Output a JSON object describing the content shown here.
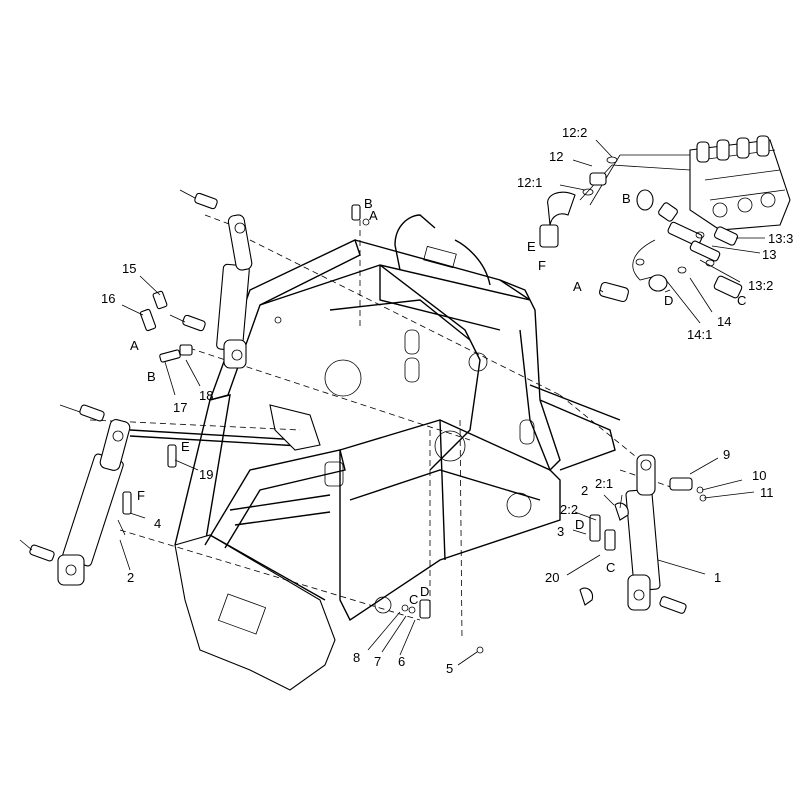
{
  "diagram": {
    "callouts": [
      {
        "id": "c-12-2",
        "text": "12:2"
      },
      {
        "id": "c-12",
        "text": "12"
      },
      {
        "id": "c-12-1",
        "text": "12:1"
      },
      {
        "id": "c-b-top",
        "text": "B"
      },
      {
        "id": "c-e-top",
        "text": "E"
      },
      {
        "id": "c-f-top",
        "text": "F"
      },
      {
        "id": "c-13-3",
        "text": "13:3"
      },
      {
        "id": "c-13",
        "text": "13"
      },
      {
        "id": "c-13-2",
        "text": "13:2"
      },
      {
        "id": "c-a-valve",
        "text": "A"
      },
      {
        "id": "c-d-valve",
        "text": "D"
      },
      {
        "id": "c-c-valve",
        "text": "C"
      },
      {
        "id": "c-14",
        "text": "14"
      },
      {
        "id": "c-14-1",
        "text": "14:1"
      },
      {
        "id": "c-b-frame",
        "text": "B"
      },
      {
        "id": "c-a-frame",
        "text": "A"
      },
      {
        "id": "c-15",
        "text": "15"
      },
      {
        "id": "c-16",
        "text": "16"
      },
      {
        "id": "c-a-left",
        "text": "A"
      },
      {
        "id": "c-b-left",
        "text": "B"
      },
      {
        "id": "c-17",
        "text": "17"
      },
      {
        "id": "c-18",
        "text": "18"
      },
      {
        "id": "c-e-left",
        "text": "E"
      },
      {
        "id": "c-19",
        "text": "19"
      },
      {
        "id": "c-f-left",
        "text": "F"
      },
      {
        "id": "c-4",
        "text": "4"
      },
      {
        "id": "c-2-left",
        "text": "2"
      },
      {
        "id": "c-9",
        "text": "9"
      },
      {
        "id": "c-10",
        "text": "10"
      },
      {
        "id": "c-11",
        "text": "11"
      },
      {
        "id": "c-2-right",
        "text": "2"
      },
      {
        "id": "c-2-1",
        "text": "2:1"
      },
      {
        "id": "c-2-2",
        "text": "2:2"
      },
      {
        "id": "c-d-right",
        "text": "D"
      },
      {
        "id": "c-3",
        "text": "3"
      },
      {
        "id": "c-c-right",
        "text": "C"
      },
      {
        "id": "c-20",
        "text": "20"
      },
      {
        "id": "c-1",
        "text": "1"
      },
      {
        "id": "c-c-bottom",
        "text": "C"
      },
      {
        "id": "c-d-bottom",
        "text": "D"
      },
      {
        "id": "c-8",
        "text": "8"
      },
      {
        "id": "c-7",
        "text": "7"
      },
      {
        "id": "c-6",
        "text": "6"
      },
      {
        "id": "c-5",
        "text": "5"
      }
    ]
  }
}
